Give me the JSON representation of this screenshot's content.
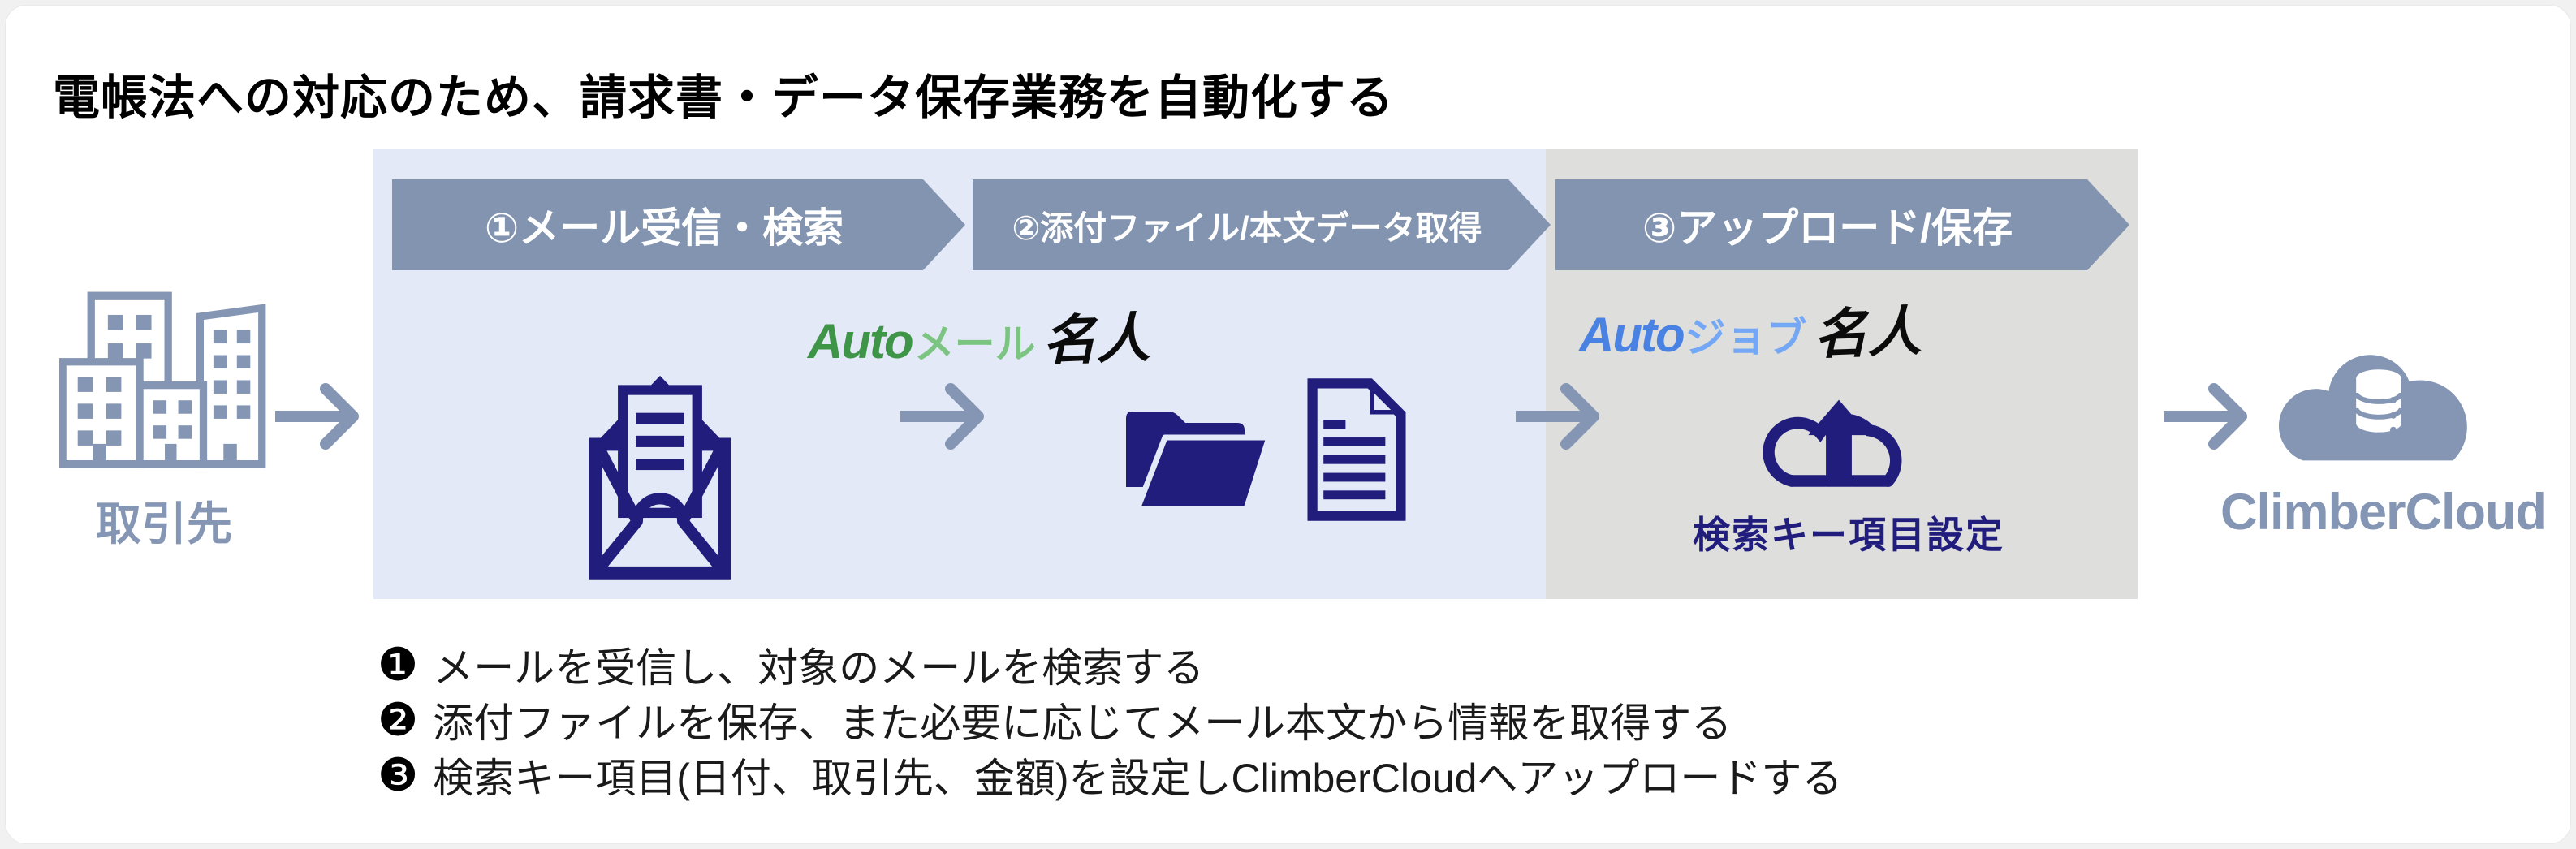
{
  "title": "電帳法への対応のため、請求書・データ保存業務を自動化する",
  "colors": {
    "panel-blue": "#E4E9F7",
    "panel-gray": "#DEDEDD",
    "chevron": "#8294AF",
    "bluegray": "#8496B4",
    "navy": "#211D7C",
    "green-dark": "#3E9548",
    "green-light": "#7CC481",
    "blue-dark": "#4A82E4",
    "blue-light": "#74A8F4"
  },
  "flow": {
    "source_label": "取引先",
    "steps": [
      {
        "label": "①メール受信・検索"
      },
      {
        "label": "②添付ファイル/本文データ取得"
      },
      {
        "label": "③アップロード/保存"
      }
    ],
    "logos": [
      {
        "brand": "Auto",
        "product": "メール",
        "suffix": "名人"
      },
      {
        "brand": "Auto",
        "product": "ジョブ",
        "suffix": "名人"
      }
    ],
    "upload_caption": "検索キー項目設定",
    "destination_label": "ClimberCloud"
  },
  "notes": [
    {
      "num": "❶",
      "text": "メールを受信し、対象のメールを検索する"
    },
    {
      "num": "❷",
      "text": "添付ファイルを保存、また必要に応じてメール本文から情報を取得する"
    },
    {
      "num": "❸",
      "text": "検索キー項目(日付、取引先、金額)を設定しClimberCloudへアップロードする"
    }
  ]
}
